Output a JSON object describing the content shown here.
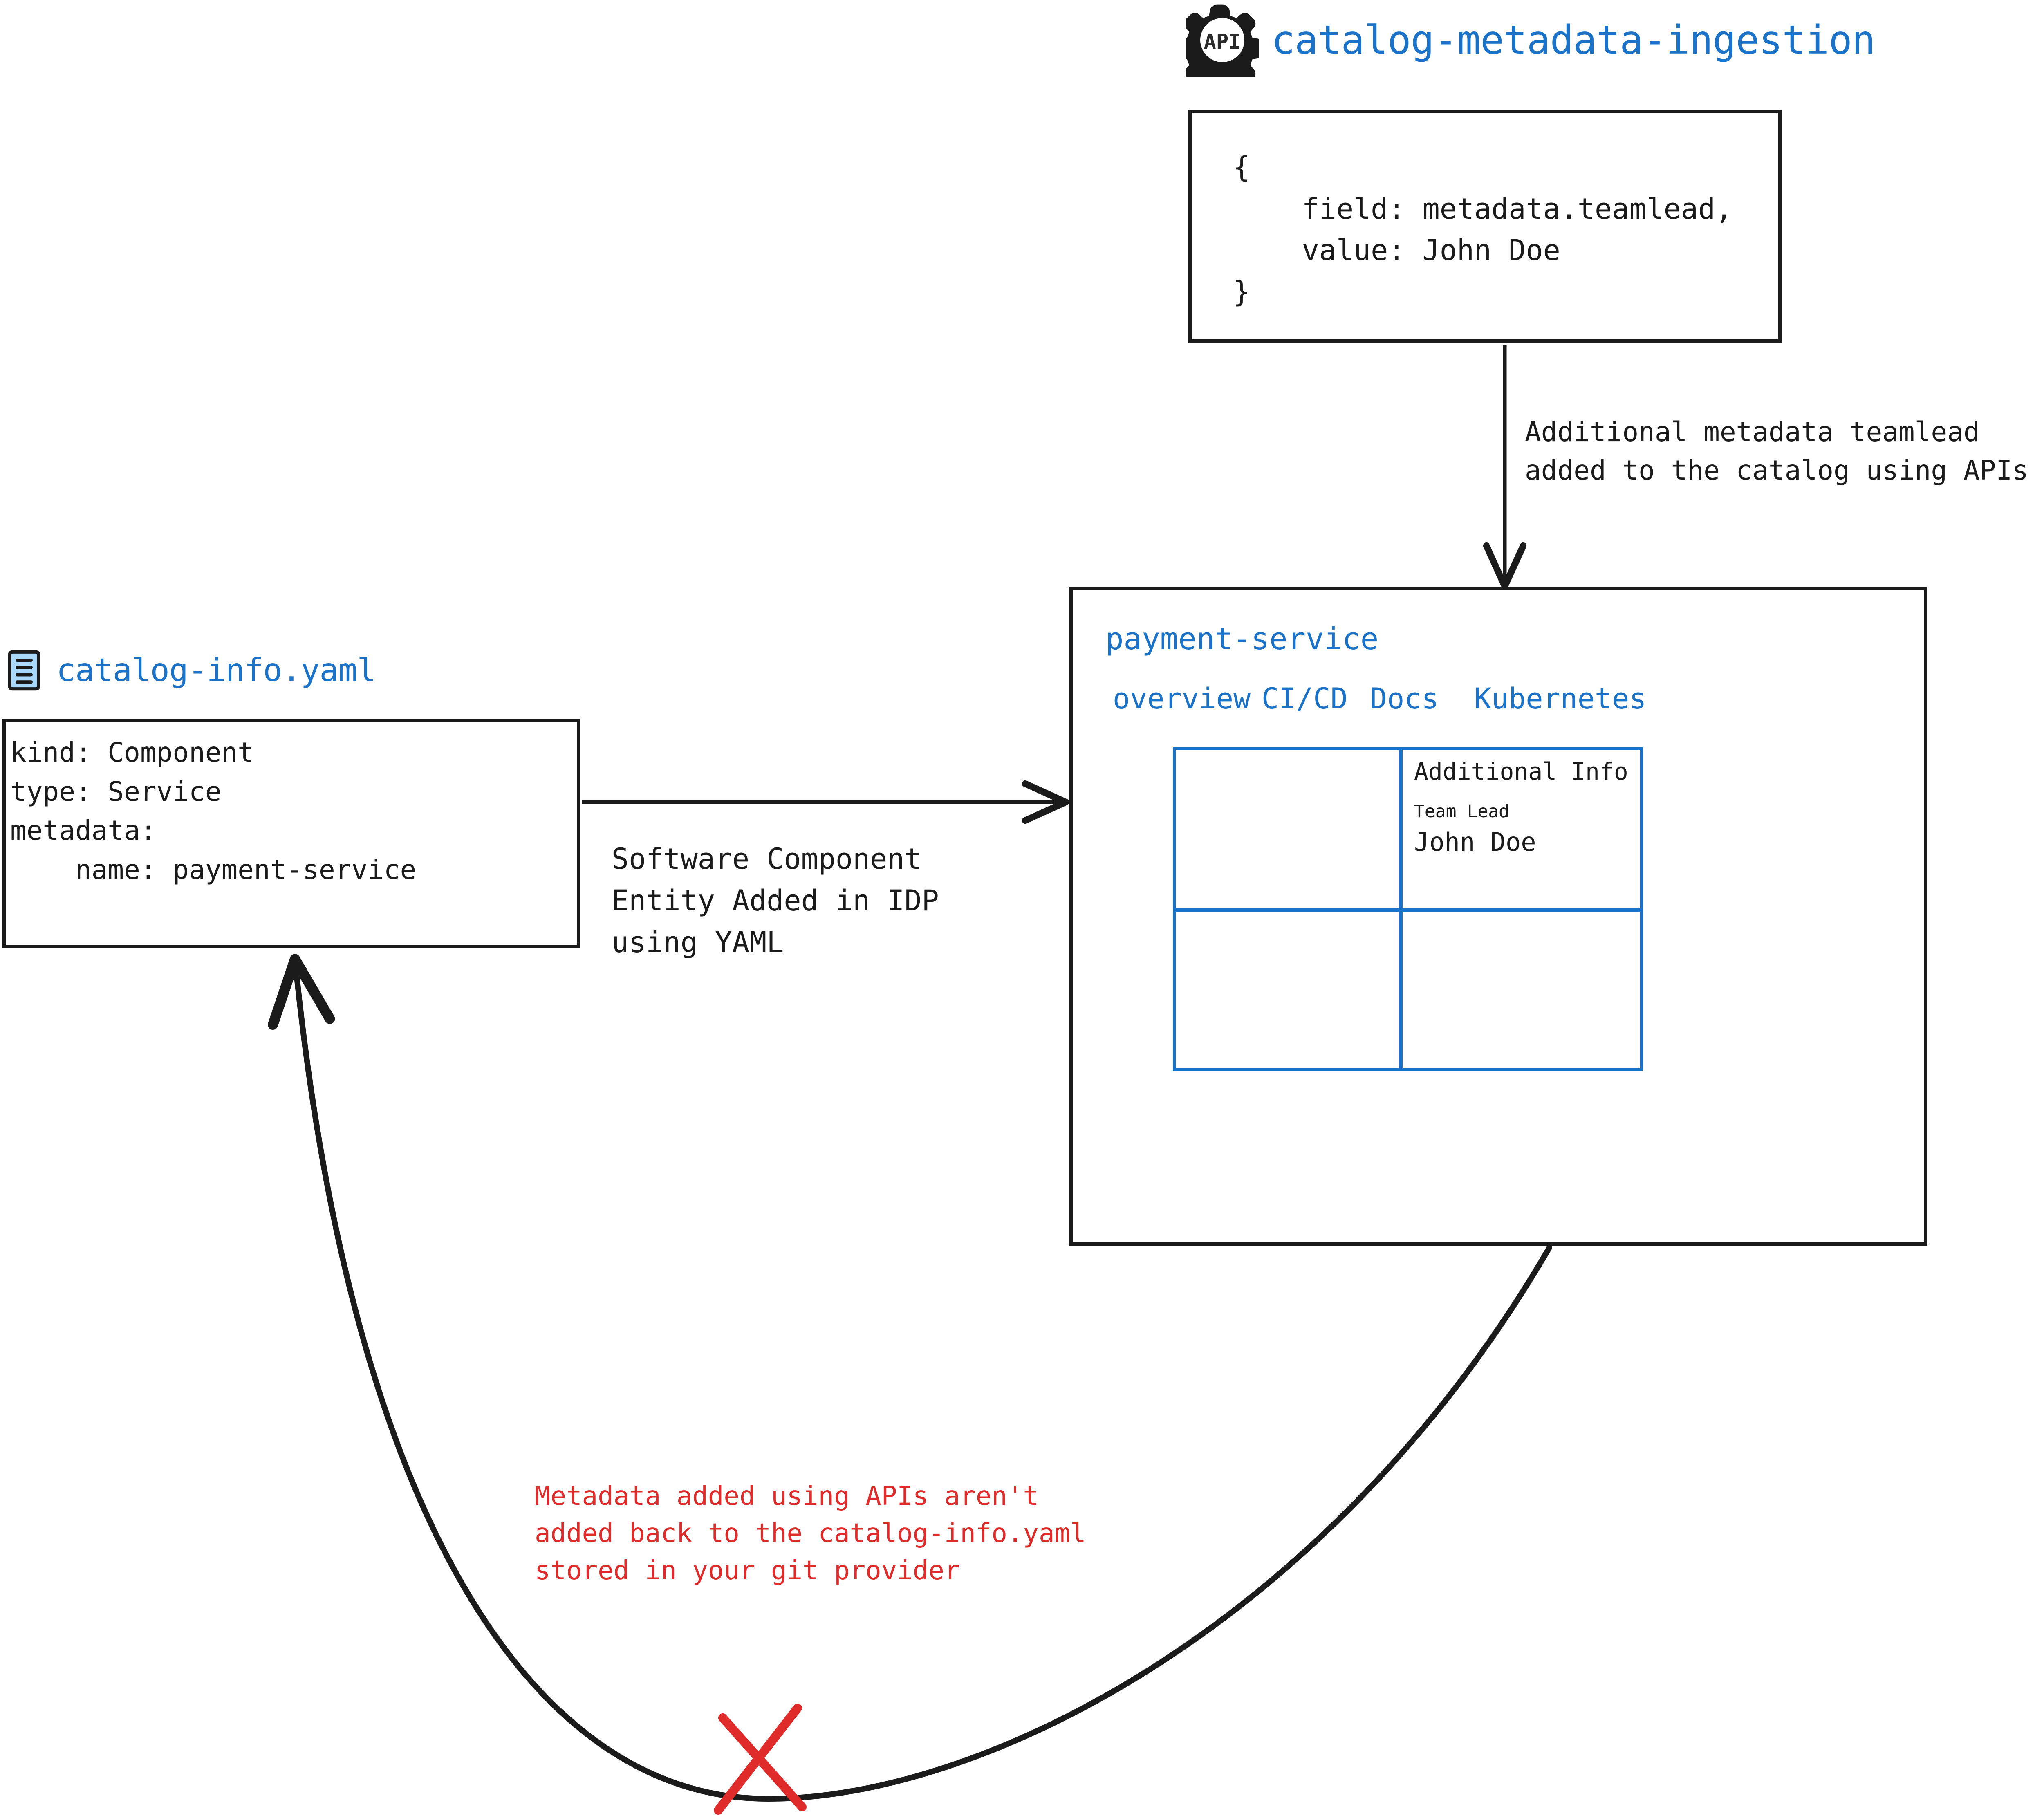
{
  "api_ingestion": {
    "icon": "api-gear-icon",
    "icon_text": "API",
    "title": "catalog-metadata-ingestion",
    "payload": "{\n    field: metadata.teamlead,\n    value: John Doe\n}",
    "arrow_label": "Additional metadata teamlead\nadded to the catalog using APIs"
  },
  "catalog_file": {
    "icon": "yaml-file-icon",
    "title": "catalog-info.yaml",
    "content": "kind: Component\ntype: Service\nmetadata:\n    name: payment-service",
    "arrow_label": "Software Component\nEntity Added in IDP\nusing YAML"
  },
  "payment_panel": {
    "title": "payment-service",
    "tabs": [
      {
        "label": "overview"
      },
      {
        "label": "CI/CD"
      },
      {
        "label": "Docs"
      },
      {
        "label": "Kubernetes"
      }
    ],
    "cards": [
      {
        "name": "empty-card-left-top"
      },
      {
        "name": "additional-info-card",
        "heading": "Additional Info",
        "field_label": "Team Lead",
        "field_value": "John Doe"
      },
      {
        "name": "empty-card-left-bottom"
      },
      {
        "name": "empty-card-right-bottom"
      }
    ]
  },
  "warning": {
    "text": "Metadata added using APIs aren't\nadded back to the catalog-info.yaml\nstored in your git provider",
    "marker": "red-x-mark"
  },
  "colors": {
    "accent_blue": "#1a73c8",
    "warning_red": "#e02b2b",
    "stroke_dark": "#1b1b1b",
    "yaml_icon_fill": "#aad8fb"
  }
}
